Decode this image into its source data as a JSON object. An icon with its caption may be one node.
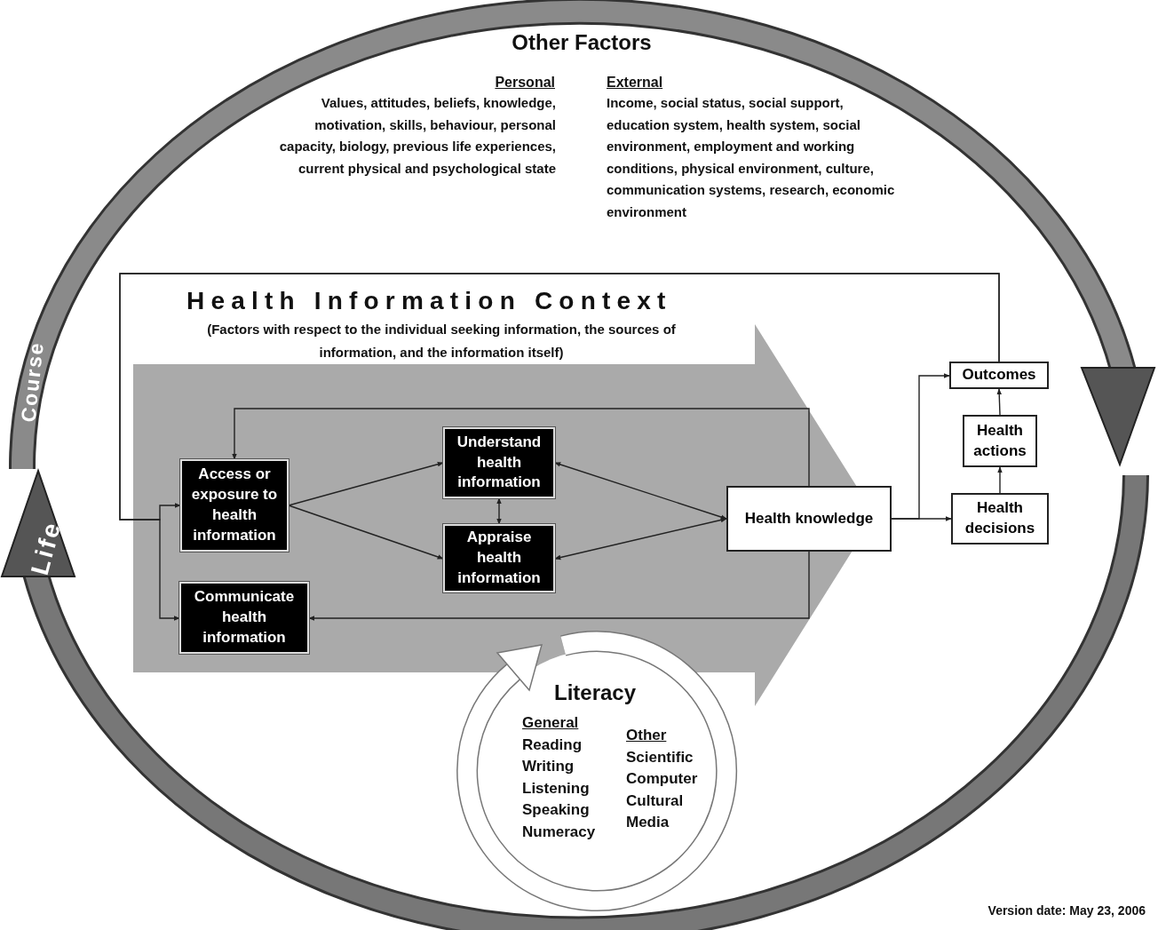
{
  "diagram": {
    "nodes": [
      {
        "text": [
          "Access or exposure to health information"
        ]
      },
      {
        "text": [
          "Understand health information"
        ]
      },
      {
        "text": [
          "Appraise health information"
        ]
      },
      {
        "text": [
          "Communicate health information"
        ]
      },
      {
        "text": [
          "Health knowledge"
        ]
      },
      {
        "text": [
          "Outcomes"
        ]
      },
      {
        "text": [
          "Health actions"
        ]
      },
      {
        "text": [
          "Health decisions"
        ]
      },
      {
        "text": [
          "Literacy",
          "General",
          "Reading",
          "Writing",
          "Listening",
          "Speaking",
          "Numeracy",
          "Other",
          "Scientific",
          "Computer",
          "Cultural",
          "Media"
        ]
      }
    ],
    "edges": [
      {
        "from": 0,
        "to": 1,
        "arrow": "to"
      },
      {
        "from": 0,
        "to": 2,
        "arrow": "to"
      },
      {
        "from": 1,
        "to": 2,
        "arrow": "both"
      },
      {
        "from": 4,
        "to": 1,
        "arrow": "both"
      },
      {
        "from": 4,
        "to": 2,
        "arrow": "both"
      },
      {
        "from": 4,
        "to": 0,
        "arrow": "to"
      },
      {
        "from": 4,
        "to": 3,
        "arrow": "to"
      },
      {
        "from": 4,
        "to": 7,
        "arrow": "to"
      },
      {
        "from": 4,
        "to": 5,
        "arrow": "to"
      },
      {
        "from": 7,
        "to": 6,
        "arrow": "to"
      },
      {
        "from": 6,
        "to": 5,
        "arrow": "to"
      },
      {
        "from": 5,
        "to": 0,
        "arrow": "to"
      },
      {
        "from": 5,
        "to": 3,
        "arrow": "to"
      }
    ],
    "labels": [
      "Other Factors",
      "Personal",
      "Values, attitudes, beliefs, knowledge, motivation, skills, behaviour, personal capacity, biology, previous life experiences, current physical and psychological state",
      "External",
      "Income, social status, social support, education system, health system, social environment, employment and working conditions, physical environment, culture, communication systems, research, economic environment",
      "Health Information Context",
      "(Factors with respect to the individual seeking information, the sources of information, and the information itself)",
      "Course",
      "Life",
      "Version date: May 23, 2006"
    ]
  }
}
